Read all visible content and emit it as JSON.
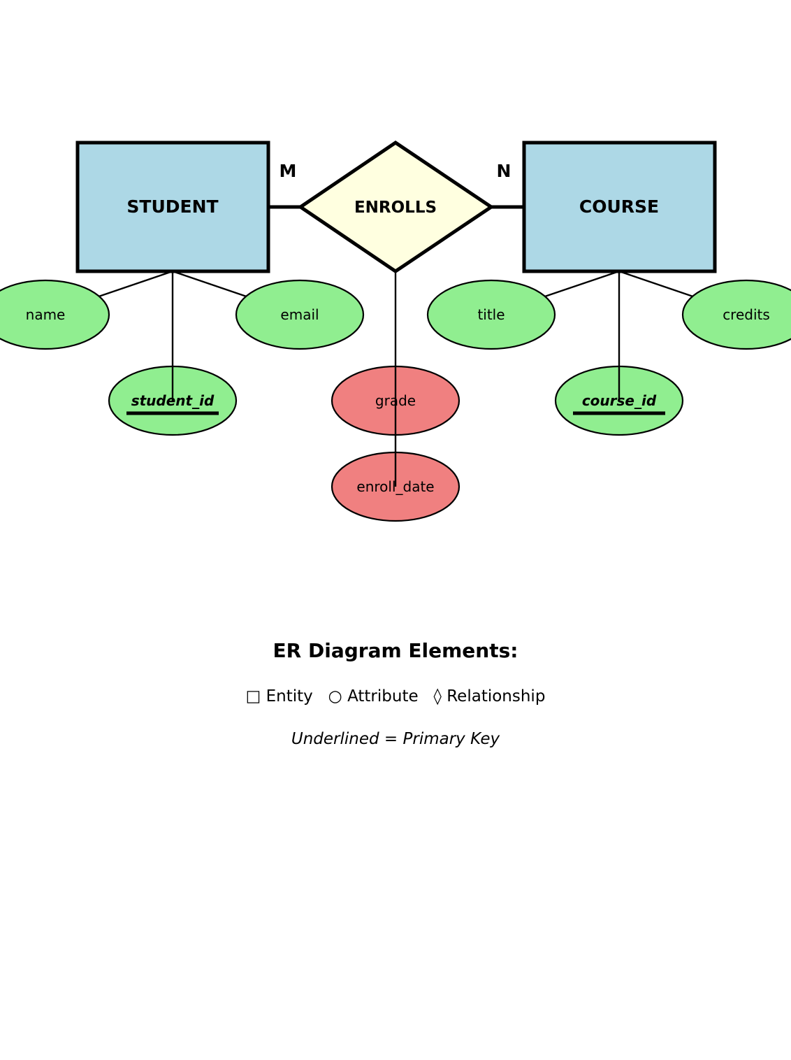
{
  "entities": {
    "student": "STUDENT",
    "course": "COURSE"
  },
  "relationship": {
    "label": "ENROLLS",
    "card_left": "M",
    "card_right": "N"
  },
  "attributes": {
    "student_name": "name",
    "student_email": "email",
    "student_id": "student_id",
    "course_title": "title",
    "course_credits": "credits",
    "course_id": "course_id",
    "grade": "grade",
    "enroll_date": "enroll_date"
  },
  "legend": {
    "title": "ER Diagram Elements:",
    "symbols": "□ Entity   ○ Attribute   ◊ Relationship",
    "note": "Underlined = Primary Key"
  },
  "colors": {
    "entity_fill": "#add8e6",
    "relationship_fill": "#ffffe0",
    "attribute_fill": "#90ee90",
    "relationship_attribute_fill": "#f08080"
  }
}
